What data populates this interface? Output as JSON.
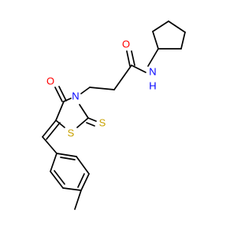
{
  "molecule": {
    "atom_labels": {
      "carbonyl_oxygen_amide": "O",
      "amide_nitrogen": "N",
      "amide_hydrogen": "H",
      "ring_oxygen": "O",
      "ring_nitrogen": "N",
      "ring_sulfur": "S",
      "thione_sulfur": "S"
    },
    "colors": {
      "bond": "#000000",
      "oxygen": "#FF0000",
      "nitrogen": "#0000FF",
      "sulfur": "#C8A200"
    }
  }
}
